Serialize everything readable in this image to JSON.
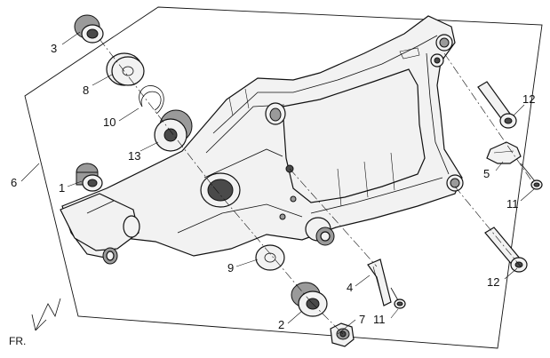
{
  "diagram": {
    "callouts": [
      {
        "id": "1",
        "text": "1"
      },
      {
        "id": "2",
        "text": "2"
      },
      {
        "id": "3",
        "text": "3"
      },
      {
        "id": "4",
        "text": "4"
      },
      {
        "id": "5",
        "text": "5"
      },
      {
        "id": "6",
        "text": "6"
      },
      {
        "id": "7",
        "text": "7"
      },
      {
        "id": "8",
        "text": "8"
      },
      {
        "id": "9",
        "text": "9"
      },
      {
        "id": "10",
        "text": "10"
      },
      {
        "id": "11a",
        "text": "11"
      },
      {
        "id": "11b",
        "text": "11"
      },
      {
        "id": "12a",
        "text": "12"
      },
      {
        "id": "12b",
        "text": "12"
      },
      {
        "id": "13",
        "text": "13"
      }
    ],
    "direction_label": "FR."
  }
}
